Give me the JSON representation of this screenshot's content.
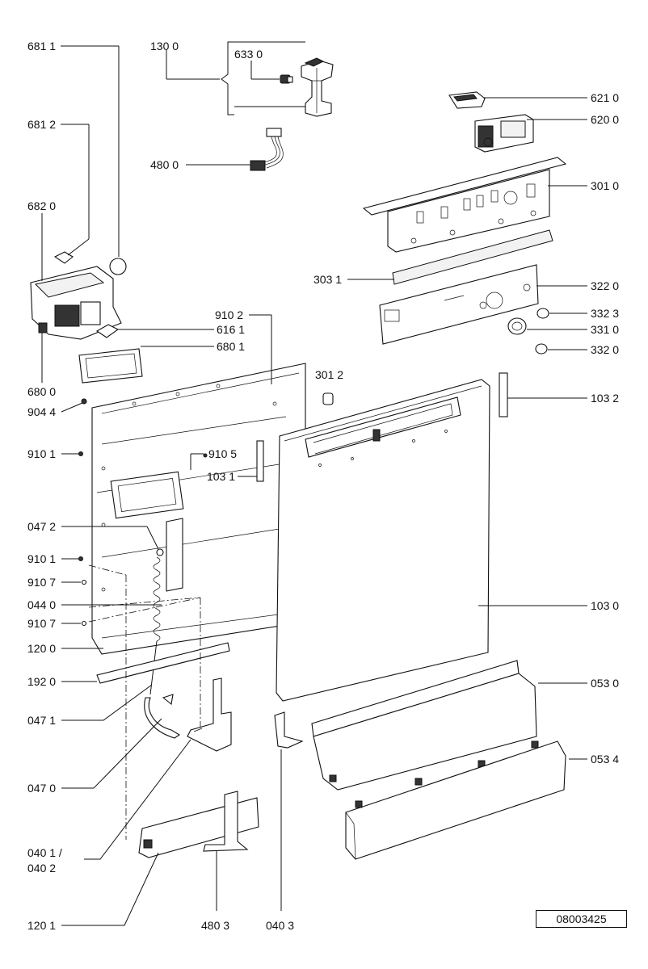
{
  "document_number": "08003425",
  "callouts": [
    {
      "id": "681-1",
      "text": "681 1"
    },
    {
      "id": "130-0",
      "text": "130 0"
    },
    {
      "id": "633-0",
      "text": "633 0"
    },
    {
      "id": "621-0",
      "text": "621 0"
    },
    {
      "id": "620-0",
      "text": "620 0"
    },
    {
      "id": "681-2",
      "text": "681 2"
    },
    {
      "id": "480-0",
      "text": "480 0"
    },
    {
      "id": "301-0",
      "text": "301 0"
    },
    {
      "id": "682-0",
      "text": "682 0"
    },
    {
      "id": "303-1",
      "text": "303 1"
    },
    {
      "id": "322-0",
      "text": "322 0"
    },
    {
      "id": "910-2",
      "text": "910 2"
    },
    {
      "id": "332-3",
      "text": "332 3"
    },
    {
      "id": "616-1",
      "text": "616 1"
    },
    {
      "id": "331-0",
      "text": "331 0"
    },
    {
      "id": "680-1",
      "text": "680 1"
    },
    {
      "id": "332-0",
      "text": "332 0"
    },
    {
      "id": "301-2",
      "text": "301 2"
    },
    {
      "id": "680-0",
      "text": "680 0"
    },
    {
      "id": "103-2",
      "text": "103 2"
    },
    {
      "id": "904-4",
      "text": "904 4"
    },
    {
      "id": "910-1a",
      "text": "910 1"
    },
    {
      "id": "910-5",
      "text": "910 5"
    },
    {
      "id": "103-1",
      "text": "103 1"
    },
    {
      "id": "047-2",
      "text": "047 2"
    },
    {
      "id": "910-1b",
      "text": "910 1"
    },
    {
      "id": "910-7a",
      "text": "910 7"
    },
    {
      "id": "044-0",
      "text": "044 0"
    },
    {
      "id": "103-0",
      "text": "103 0"
    },
    {
      "id": "910-7b",
      "text": "910 7"
    },
    {
      "id": "120-0",
      "text": "120 0"
    },
    {
      "id": "192-0",
      "text": "192 0"
    },
    {
      "id": "053-0",
      "text": "053 0"
    },
    {
      "id": "047-1",
      "text": "047 1"
    },
    {
      "id": "053-4",
      "text": "053 4"
    },
    {
      "id": "047-0",
      "text": "047 0"
    },
    {
      "id": "040-1",
      "text": "040 1 /"
    },
    {
      "id": "040-2",
      "text": "040 2"
    },
    {
      "id": "120-1",
      "text": "120 1"
    },
    {
      "id": "480-3",
      "text": "480 3"
    },
    {
      "id": "040-3",
      "text": "040 3"
    }
  ]
}
